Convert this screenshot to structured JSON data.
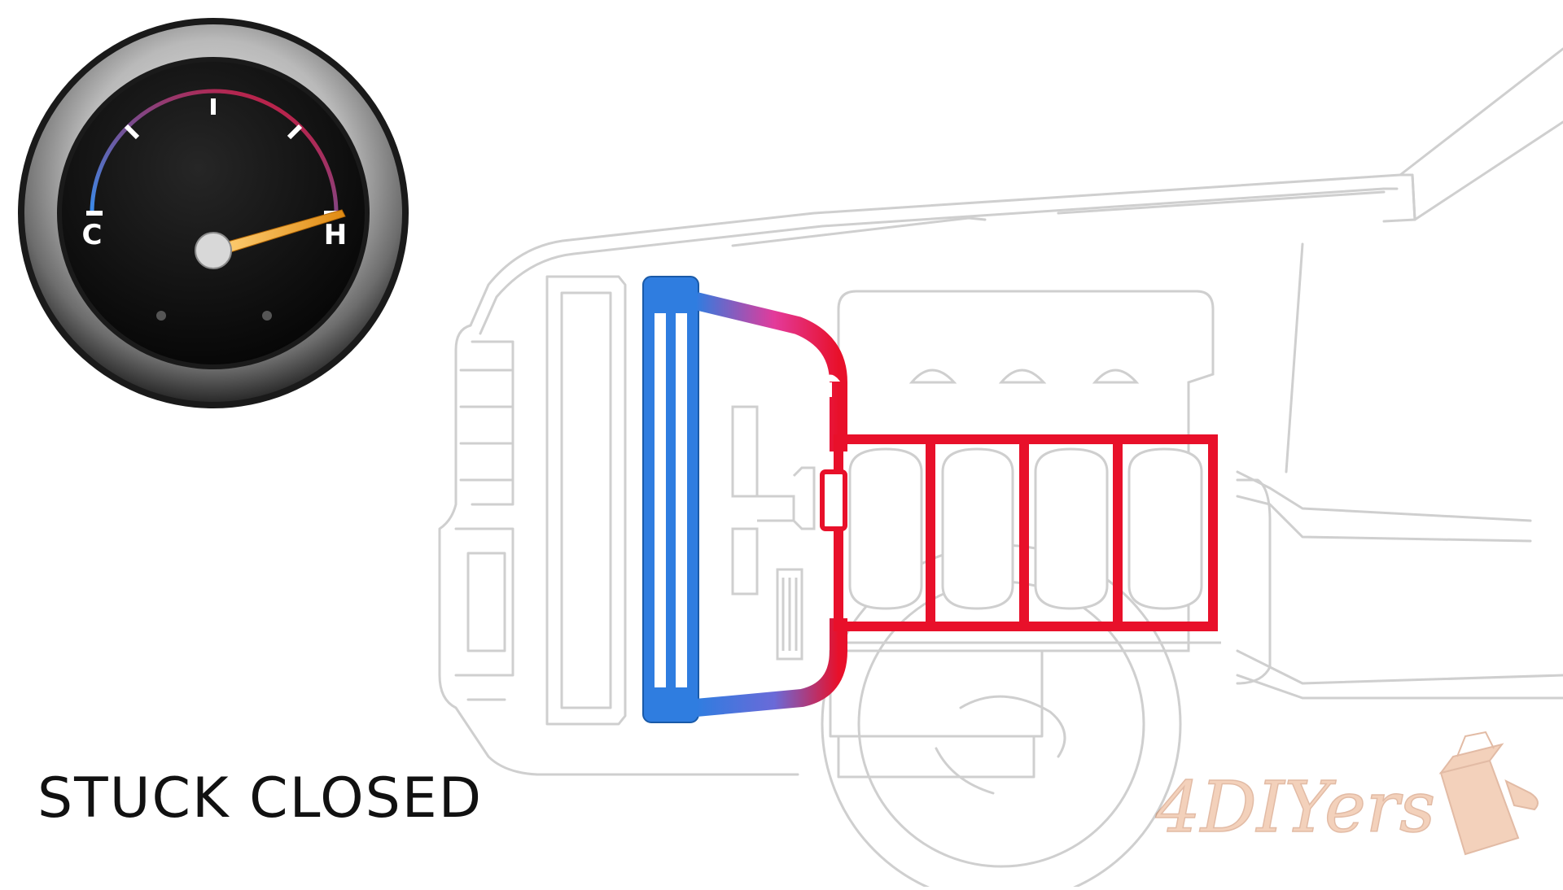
{
  "caption": "STUCK CLOSED",
  "gauge": {
    "label_cold": "C",
    "label_hot": "H",
    "needle_reading": "hot"
  },
  "watermark": {
    "text": "4DIYers",
    "logo": "toolbox-wrench-icon"
  },
  "colors": {
    "hot_coolant": "#e8102a",
    "cold_coolant": "#2f7de0",
    "outline": "#cfcfcf",
    "needle": "#f0a02c",
    "gauge_face": "#0e0e0e"
  }
}
